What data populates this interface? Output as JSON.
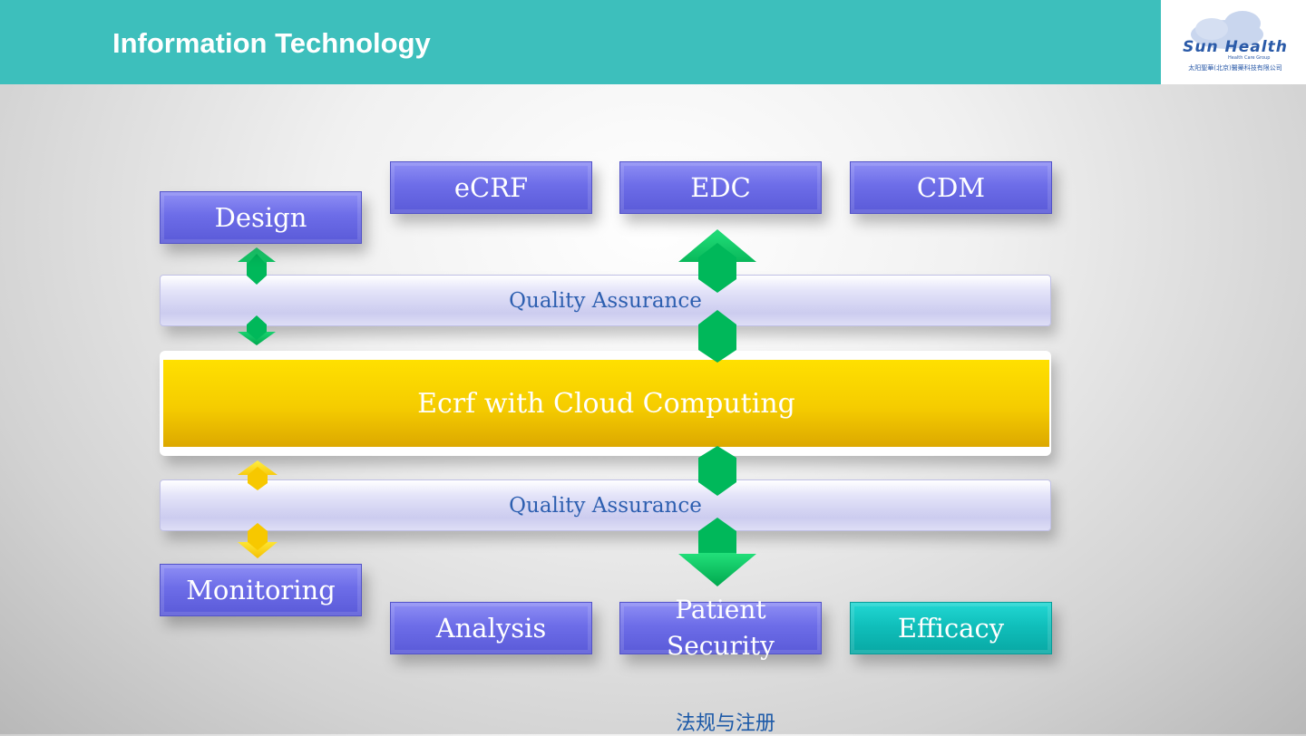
{
  "header": {
    "title": "Information Technology"
  },
  "logo": {
    "name": "Sun Health",
    "tagline": "Health Care Group",
    "chinese": "太阳聖華(北京)醫藥科技有限公司"
  },
  "diagram": {
    "top_boxes": [
      "Design",
      "eCRF",
      "EDC",
      "CDM"
    ],
    "qa_top": "Quality Assurance",
    "core": "Ecrf with Cloud Computing",
    "qa_bottom": "Quality Assurance",
    "bottom_boxes": [
      "Monitoring",
      "Analysis",
      "Patient Security",
      "Efficacy"
    ]
  },
  "footer": "法规与注册",
  "colors": {
    "header": "#3dbfbc",
    "box": "#6d6de8",
    "efficacy": "#10bfbb",
    "core": "#f5cc00",
    "arrow_green": "#00c060",
    "arrow_yellow": "#ffd800"
  }
}
